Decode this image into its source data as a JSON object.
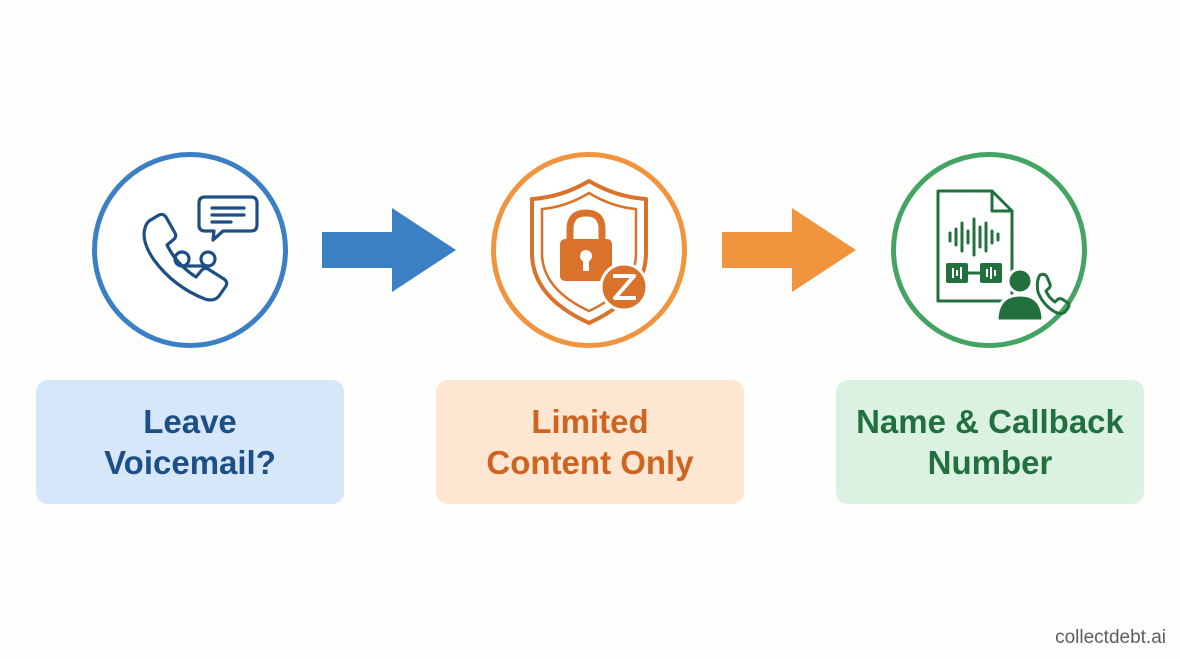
{
  "steps": [
    {
      "label": "Leave\nVoicemail?",
      "icon": "phone-voicemail-icon",
      "color": "#3b7fc4"
    },
    {
      "label": "Limited\nContent Only",
      "icon": "shield-lock-icon",
      "color": "#f0943e"
    },
    {
      "label": "Name & Callback\nNumber",
      "icon": "audio-file-caller-icon",
      "color": "#44a463"
    }
  ],
  "arrows": [
    {
      "icon": "arrow-right-icon",
      "color": "#3b7fc4"
    },
    {
      "icon": "arrow-right-icon",
      "color": "#f0943e"
    }
  ],
  "watermark": "collectdebt.ai"
}
